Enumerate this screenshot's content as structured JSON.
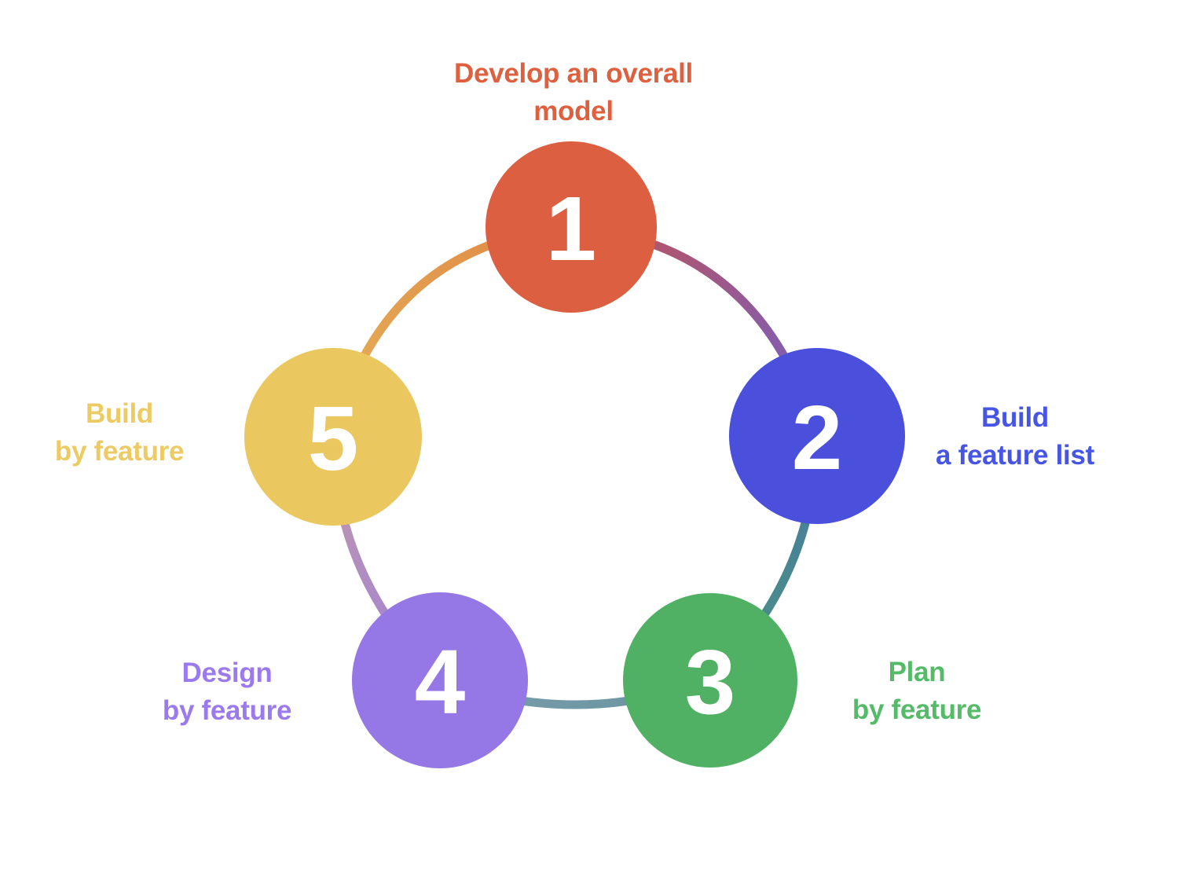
{
  "background_color": "#ffffff",
  "number_color": "#ffffff",
  "steps": [
    {
      "number": "1",
      "label_line1": "Develop an overall",
      "label_line2": "model",
      "circle_color": "#db5f40",
      "label_color": "#de603e"
    },
    {
      "number": "2",
      "label_line1": "Build",
      "label_line2": "a feature list",
      "circle_color": "#4a50db",
      "label_color": "#4655e4"
    },
    {
      "number": "3",
      "label_line1": "Plan",
      "label_line2": "by feature",
      "circle_color": "#50b164",
      "label_color": "#55bb69"
    },
    {
      "number": "4",
      "label_line1": "Design",
      "label_line2": "by feature",
      "circle_color": "#9577e5",
      "label_color": "#9a7aec"
    },
    {
      "number": "5",
      "label_line1": "Build",
      "label_line2": "by feature",
      "circle_color": "#eac75f",
      "label_color": "#ecca64"
    }
  ],
  "ring": {
    "segments": [
      {
        "from_step": "5",
        "to_step": "1",
        "color_start": "#e5b058",
        "color_end": "#e08845"
      },
      {
        "from_step": "1",
        "to_step": "2",
        "color_start": "#c25153",
        "color_end": "#7161c9"
      },
      {
        "from_step": "2",
        "to_step": "3",
        "color_start": "#457c9f",
        "color_end": "#4d9184"
      },
      {
        "from_step": "3",
        "to_step": "4",
        "color_start": "#68959f",
        "color_end": "#7b9cab"
      },
      {
        "from_step": "4",
        "to_step": "5",
        "color_start": "#9d80da",
        "color_end": "#c59ba6"
      }
    ]
  }
}
